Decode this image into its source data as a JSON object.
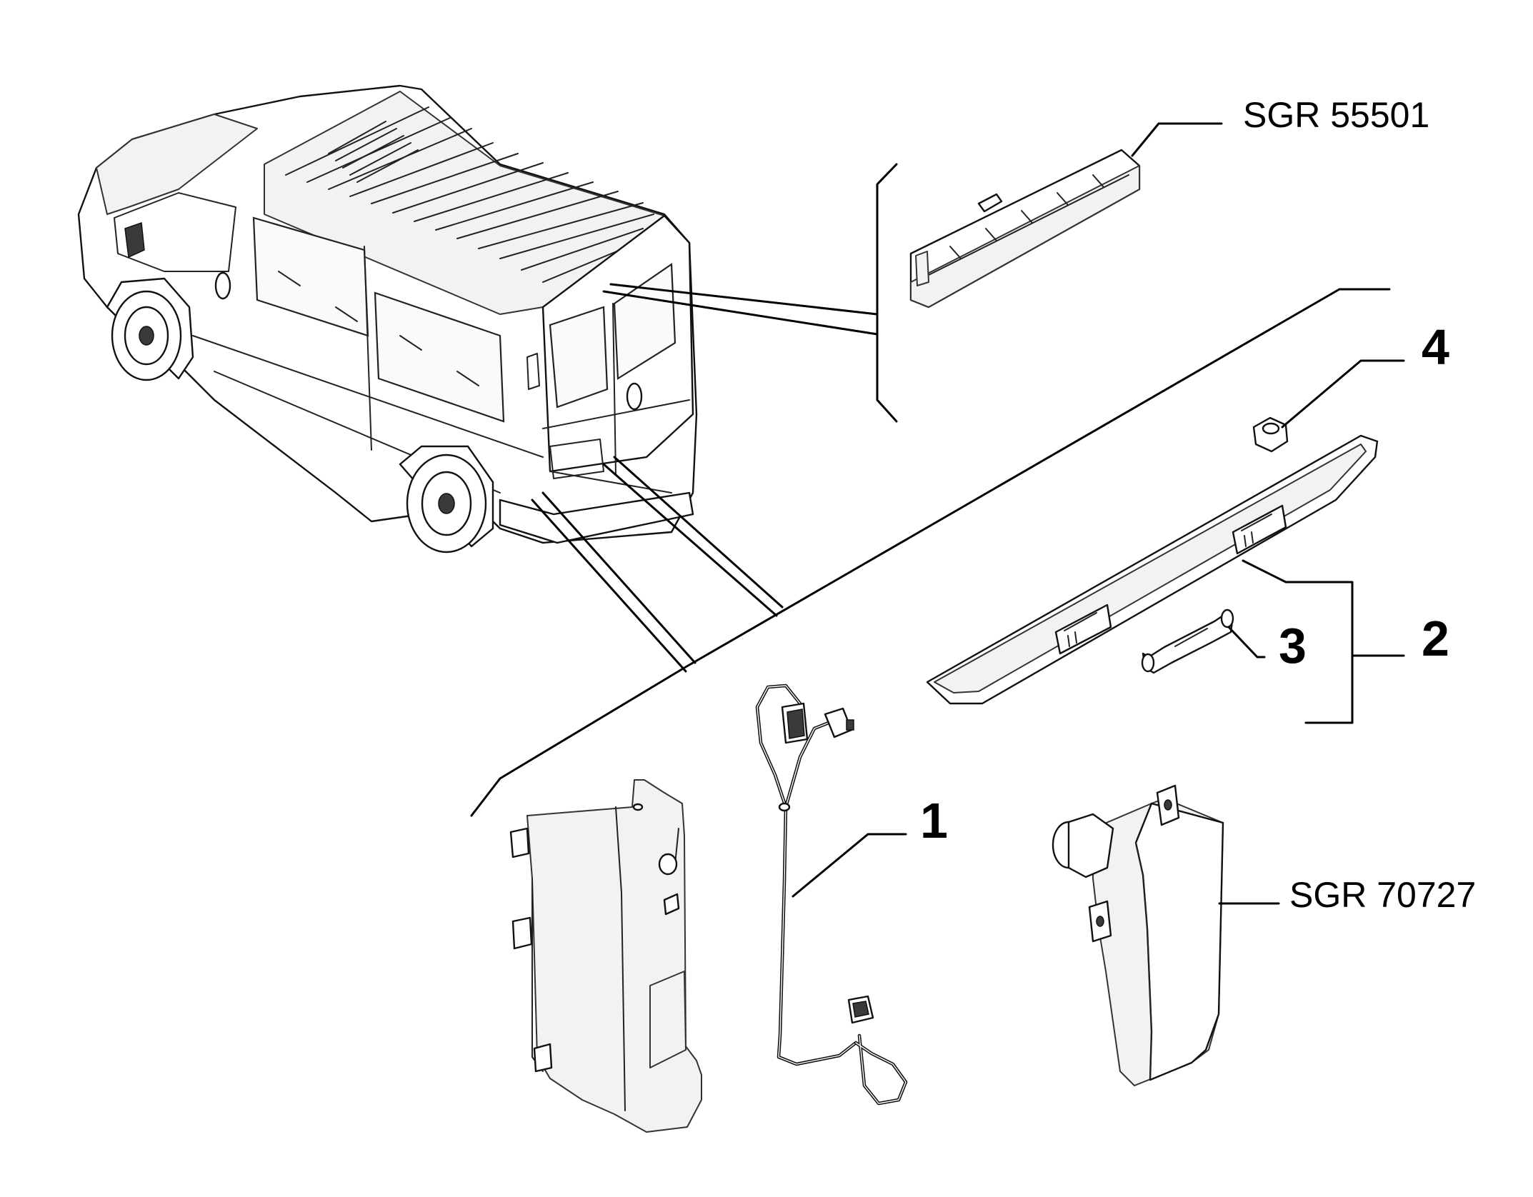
{
  "labels": {
    "high_brake_light": "SGR 55501",
    "plate_light_part": "4",
    "plate_light_assembly": "2",
    "bulb": "3",
    "wiring_harness": "1",
    "tail_lamp": "SGR 70727"
  },
  "colors": {
    "line": "#000000",
    "background": "#ffffff"
  }
}
